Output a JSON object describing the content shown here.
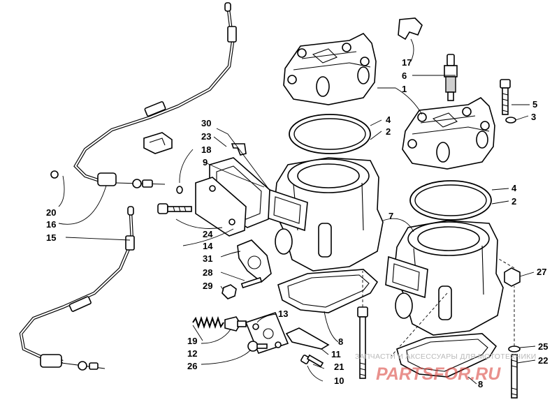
{
  "callouts": [
    {
      "id": "c1",
      "label": "1"
    },
    {
      "id": "c2a",
      "label": "2"
    },
    {
      "id": "c2b",
      "label": "2"
    },
    {
      "id": "c3",
      "label": "3"
    },
    {
      "id": "c4a",
      "label": "4"
    },
    {
      "id": "c4b",
      "label": "4"
    },
    {
      "id": "c5",
      "label": "5"
    },
    {
      "id": "c6",
      "label": "6"
    },
    {
      "id": "c7",
      "label": "7"
    },
    {
      "id": "c8a",
      "label": "8"
    },
    {
      "id": "c8b",
      "label": "8"
    },
    {
      "id": "c9",
      "label": "9"
    },
    {
      "id": "c10",
      "label": "10"
    },
    {
      "id": "c11",
      "label": "11"
    },
    {
      "id": "c12",
      "label": "12"
    },
    {
      "id": "c13",
      "label": "13"
    },
    {
      "id": "c14",
      "label": "14"
    },
    {
      "id": "c15",
      "label": "15"
    },
    {
      "id": "c16",
      "label": "16"
    },
    {
      "id": "c17",
      "label": "17"
    },
    {
      "id": "c18",
      "label": "18"
    },
    {
      "id": "c19",
      "label": "19"
    },
    {
      "id": "c20",
      "label": "20"
    },
    {
      "id": "c21",
      "label": "21"
    },
    {
      "id": "c22",
      "label": "22"
    },
    {
      "id": "c23",
      "label": "23"
    },
    {
      "id": "c24",
      "label": "24"
    },
    {
      "id": "c25",
      "label": "25"
    },
    {
      "id": "c26",
      "label": "26"
    },
    {
      "id": "c27",
      "label": "27"
    },
    {
      "id": "c28",
      "label": "28"
    },
    {
      "id": "c29",
      "label": "29"
    },
    {
      "id": "c30",
      "label": "30"
    },
    {
      "id": "c31",
      "label": "31"
    }
  ],
  "watermark": {
    "caption": "ЗАПЧАСТИ И АКСЕССУАРЫ ДЛЯ МОТОТЕХНИКИ",
    "logo": "PARTSFOR.RU"
  }
}
